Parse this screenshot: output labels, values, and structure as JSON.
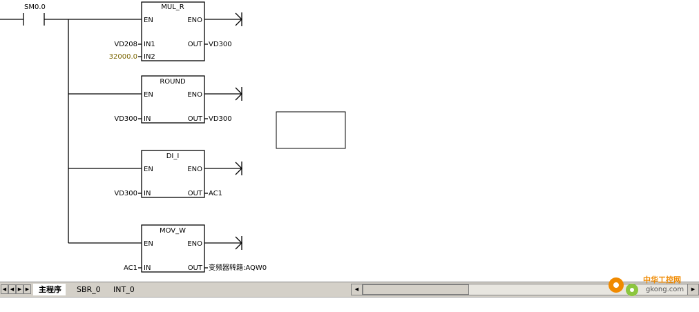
{
  "contact": {
    "label": "SM0.0"
  },
  "blocks": [
    {
      "title": "MUL_R",
      "en": "EN",
      "eno": "ENO",
      "inputs": [
        {
          "pin": "IN1",
          "operand": "VD208"
        },
        {
          "pin": "IN2",
          "operand": "32000.0",
          "constant": true
        }
      ],
      "output": {
        "pin": "OUT",
        "operand": "VD300"
      }
    },
    {
      "title": "ROUND",
      "en": "EN",
      "eno": "ENO",
      "inputs": [
        {
          "pin": "IN",
          "operand": "VD300"
        }
      ],
      "output": {
        "pin": "OUT",
        "operand": "VD300"
      }
    },
    {
      "title": "DI_I",
      "en": "EN",
      "eno": "ENO",
      "inputs": [
        {
          "pin": "IN",
          "operand": "VD300"
        }
      ],
      "output": {
        "pin": "OUT",
        "operand": "AC1"
      }
    },
    {
      "title": "MOV_W",
      "en": "EN",
      "eno": "ENO",
      "inputs": [
        {
          "pin": "IN",
          "operand": "AC1"
        }
      ],
      "output": {
        "pin": "OUT",
        "operand": "变频器转籍:AQW0"
      }
    }
  ],
  "tabs": [
    {
      "label": "主程序",
      "active": true
    },
    {
      "label": "SBR_0",
      "active": false
    },
    {
      "label": "INT_0",
      "active": false
    }
  ],
  "watermark": {
    "name": "中华工控网",
    "url": "gkong.com"
  },
  "colors": {
    "constant": "#7a6400",
    "toolbar": "#d4d0c8",
    "watermark_orange": "#f08a00",
    "watermark_green": "#8cc63f"
  },
  "icons": {
    "nav_first": "first-icon",
    "nav_prev": "prev-icon",
    "nav_next": "next-icon",
    "nav_last": "last-icon",
    "scroll_left": "arrow-left-icon",
    "scroll_right": "arrow-right-icon",
    "logo": "gear-logo-icon"
  }
}
